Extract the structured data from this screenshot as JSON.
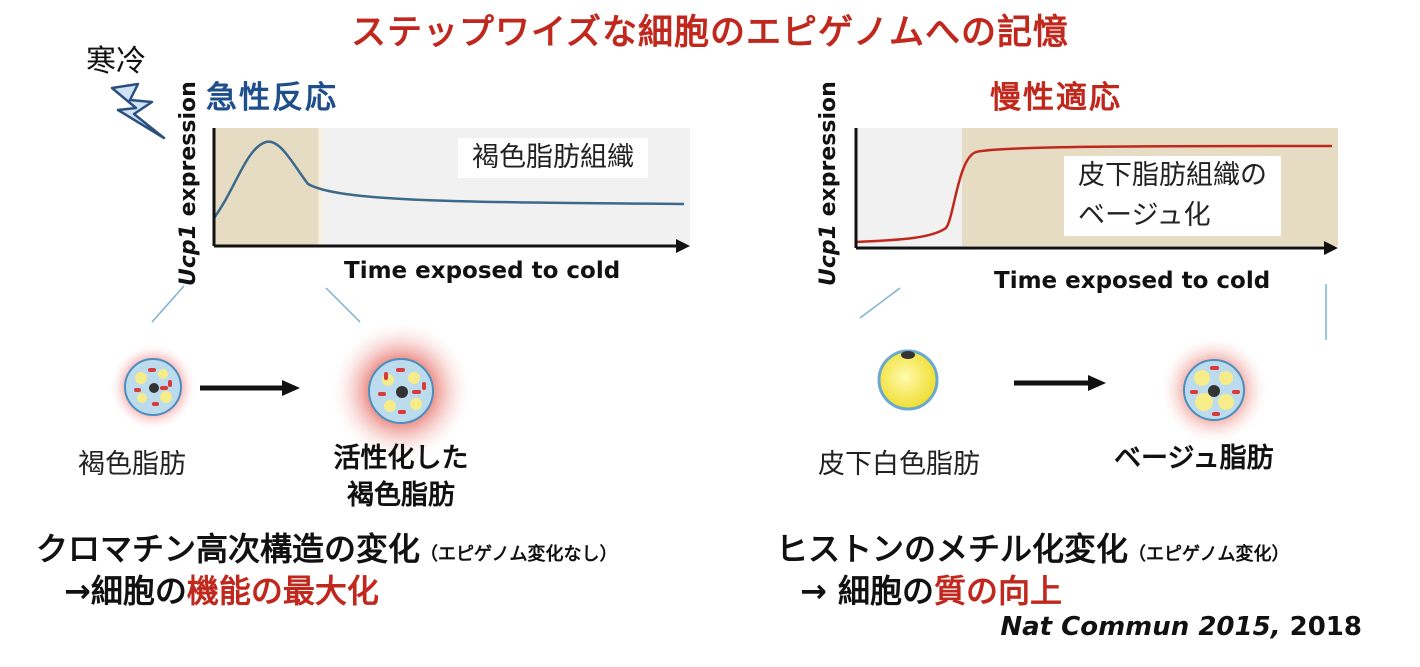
{
  "title": "ステップワイズな細胞のエピゲノムへの記憶",
  "cold_label": "寒冷",
  "icons": [
    "lightning-icon",
    "arrow-right-icon"
  ],
  "colors": {
    "title_red": "#c0281e",
    "acute_blue": "#1f4e8c",
    "acute_curve": "#3d6a8a",
    "chronic_curve": "#c0281e",
    "shade": "#e6dcc4",
    "plot_bg": "#f1f1f1"
  },
  "acute": {
    "title": "急性反応",
    "tissue_label": "褐色脂肪組織",
    "ylabel_gene": "Ucp1",
    "ylabel_rest": " expression",
    "xlabel": "Time exposed to cold",
    "cell_before": "褐色脂肪",
    "cell_after_line1": "活性化した",
    "cell_after_line2": "褐色脂肪",
    "mechanism_main": "クロマチン高次構造の変化",
    "mechanism_note": "（エピゲノム変化なし）",
    "outcome_prefix": "→細胞の",
    "outcome_highlight1": "機能",
    "outcome_mid": "の",
    "outcome_highlight2": "最大化"
  },
  "chronic": {
    "title": "慢性適応",
    "tissue_label_line1": "皮下脂肪組織の",
    "tissue_label_line2": "ベージュ化",
    "ylabel_gene": "Ucp1",
    "ylabel_rest": " expression",
    "xlabel": "Time exposed to cold",
    "cell_before": "皮下白色脂肪",
    "cell_after": "ベージュ脂肪",
    "mechanism_main": "ヒストンのメチル化変化",
    "mechanism_note": "（エピゲノム変化）",
    "outcome_prefix": "→ 細胞の",
    "outcome_highlight1": "質",
    "outcome_mid": "の",
    "outcome_highlight2": "向上"
  },
  "citation": {
    "journal": "Nat Commun 2015,",
    "year": " 2018"
  }
}
